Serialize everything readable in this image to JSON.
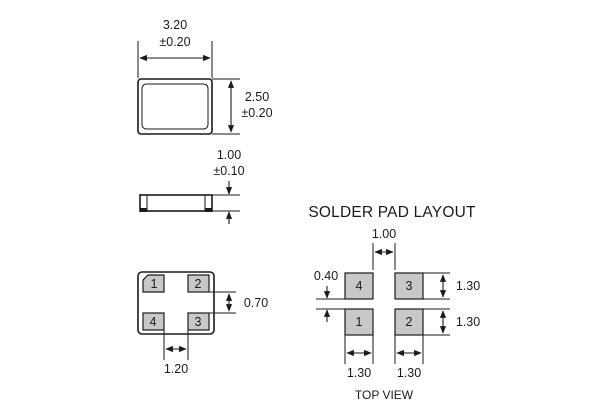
{
  "top_view": {
    "width_label": "3.20",
    "width_tol": "±0.20",
    "height_label": "2.50",
    "height_tol": "±0.20"
  },
  "side_view": {
    "thickness_label": "1.00",
    "thickness_tol": "±0.10"
  },
  "bottom_view": {
    "pads": [
      "1",
      "2",
      "4",
      "3"
    ],
    "pad_gap_label": "0.70",
    "pad_spacing_label": "1.20"
  },
  "solder_layout": {
    "title": "SOLDER PAD LAYOUT",
    "gap_x_label": "1.00",
    "gap_y_label": "0.40",
    "pad_h_top_label": "1.30",
    "pad_h_bottom_label": "1.30",
    "pad_w_left_label": "1.30",
    "pad_w_right_label": "1.30",
    "pads": [
      "4",
      "3",
      "1",
      "2"
    ],
    "view_label": "TOP VIEW"
  }
}
